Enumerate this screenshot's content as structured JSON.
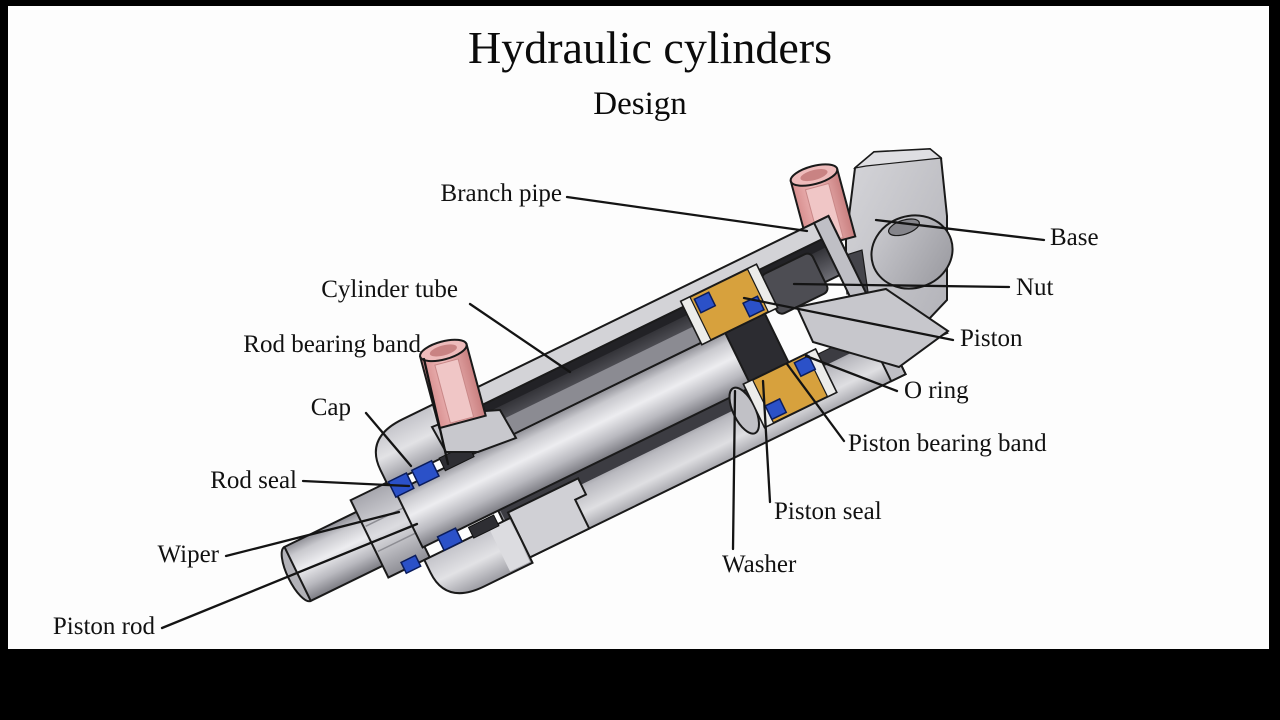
{
  "meta": {
    "type": "technical-cutaway-diagram",
    "subject": "Hydraulic cylinder design"
  },
  "title": {
    "main": "Hydraulic cylinders",
    "sub": "Design"
  },
  "labels": {
    "branch_pipe": "Branch pipe",
    "cylinder_tube": "Cylinder tube",
    "rod_bearing_band": "Rod bearing band",
    "cap": "Cap",
    "rod_seal": "Rod seal",
    "wiper": "Wiper",
    "piston_rod": "Piston rod",
    "base": "Base",
    "nut": "Nut",
    "piston": "Piston",
    "o_ring": "O ring",
    "piston_bearing_band": "Piston bearing band",
    "piston_seal": "Piston seal",
    "washer": "Washer"
  },
  "colors": {
    "frame": "#000000",
    "canvas": "#fdfdfd",
    "outline": "#1a1a1a",
    "body_gray": "#c9c9ce",
    "tube_dark": "#3c3c42",
    "piston_orange": "#d7a13d",
    "seal_blue": "#2b51c8",
    "pipe_pink": "#e8a8a8",
    "bearing_white": "#ececea"
  }
}
